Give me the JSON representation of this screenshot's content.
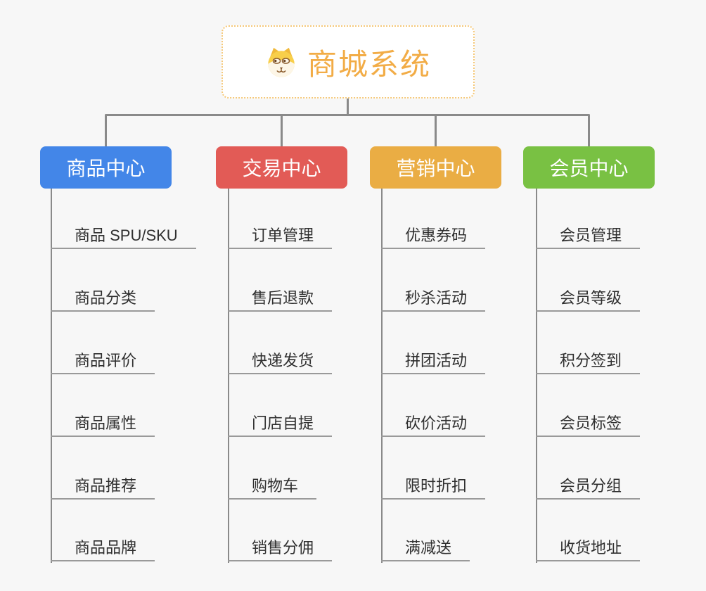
{
  "root": {
    "title": "商城系统",
    "icon": "dog-face-icon",
    "text_color": "#F2AC46",
    "border_color": "#F5C878"
  },
  "connector_color": "#8a8a8a",
  "branches": [
    {
      "label": "商品中心",
      "color": "#4386E8",
      "items": [
        "商品 SPU/SKU",
        "商品分类",
        "商品评价",
        "商品属性",
        "商品推荐",
        "商品品牌"
      ]
    },
    {
      "label": "交易中心",
      "color": "#E25B56",
      "items": [
        "订单管理",
        "售后退款",
        "快递发货",
        "门店自提",
        "购物车",
        "销售分佣"
      ]
    },
    {
      "label": "营销中心",
      "color": "#EAAD44",
      "items": [
        "优惠券码",
        "秒杀活动",
        "拼团活动",
        "砍价活动",
        "限时折扣",
        "满减送"
      ]
    },
    {
      "label": "会员中心",
      "color": "#79C143",
      "items": [
        "会员管理",
        "会员等级",
        "积分签到",
        "会员标签",
        "会员分组",
        "收货地址"
      ]
    }
  ]
}
